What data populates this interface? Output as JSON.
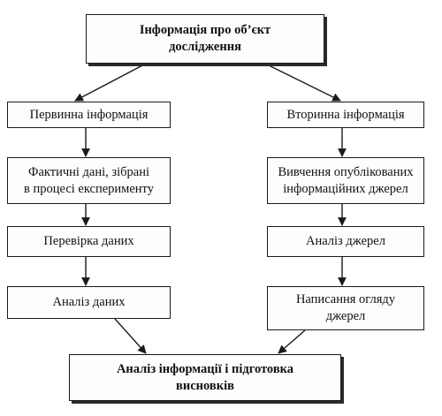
{
  "diagram": {
    "top": "Інформація про об’єкт\nдослідження",
    "left_column": [
      "Первинна інформація",
      "Фактичні дані, зібрані\nв процесі експерименту",
      "Перевірка даних",
      "Аналіз даних"
    ],
    "right_column": [
      "Вторинна інформація",
      "Вивчення опублікованих\nінформаційних джерел",
      "Аналіз джерел",
      "Написання огляду\nджерел"
    ],
    "bottom": "Аналіз інформації і підготовка\nвисновків"
  }
}
